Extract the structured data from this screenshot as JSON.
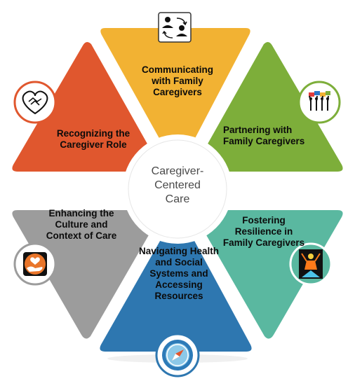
{
  "diagram": {
    "center_title": "Caregiver-\nCentered\nCare",
    "segments": [
      {
        "id": "communicating",
        "label": "Communicating with Family Caregivers",
        "color": "#F2B233",
        "icon": "people-exchange-icon"
      },
      {
        "id": "partnering",
        "label": "Partnering with Family Caregivers",
        "color": "#7DAE3A",
        "icon": "team-puzzle-icon"
      },
      {
        "id": "resilience",
        "label": "Fostering Resilience in Family Caregivers",
        "color": "#5AB8A0",
        "icon": "celebrating-person-icon"
      },
      {
        "id": "navigating",
        "label": "Navigating Health and Social Systems and Accessing Resources",
        "color": "#2E77B0",
        "icon": "compass-icon"
      },
      {
        "id": "enhancing",
        "label": "Enhancing the Culture and Context of Care",
        "color": "#9C9C9C",
        "icon": "caring-hand-heart-icon"
      },
      {
        "id": "recognizing",
        "label": "Recognizing the Caregiver Role",
        "color": "#E0572E",
        "icon": "handshake-heart-icon"
      }
    ]
  }
}
